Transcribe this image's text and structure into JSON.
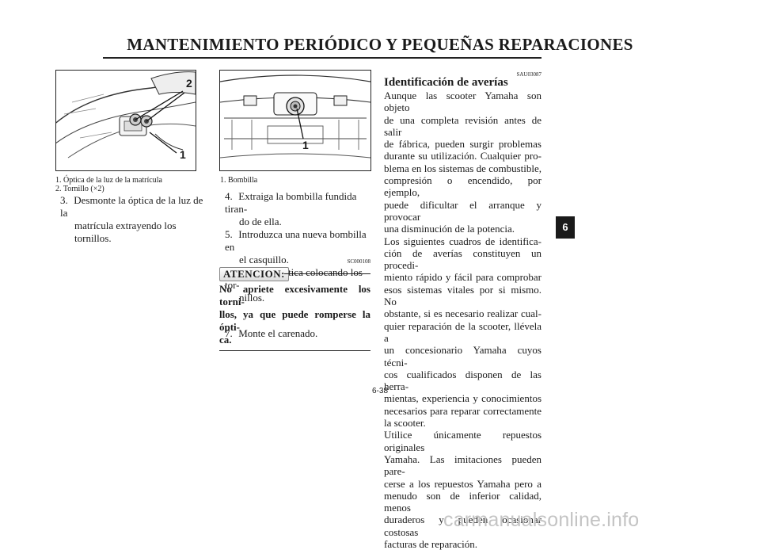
{
  "header": {
    "title": "MANTENIMIENTO PERIÓDICO Y PEQUEÑAS REPARACIONES"
  },
  "figure_left": {
    "callouts": [
      "2",
      "1"
    ],
    "captions": [
      "1.   Óptica de la luz de la matrícula",
      "2.   Tornillo (×2)"
    ]
  },
  "figure_mid": {
    "callouts": [
      "1"
    ],
    "captions": [
      "1.   Bombilla"
    ]
  },
  "steps_left": [
    {
      "num": "3.",
      "line1": "Desmonte la óptica de la luz de la",
      "line2": "matrícula extrayendo los tornillos."
    }
  ],
  "steps_mid": [
    {
      "num": "4.",
      "line1": "Extraiga la bombilla fundida tiran-",
      "line2": "do de ella."
    },
    {
      "num": "5.",
      "line1": "Introduzca una nueva bombilla en",
      "line2": "el casquillo."
    },
    {
      "num": "6.",
      "line1": "Monte la óptica colocando los tor-",
      "line2": "nillos."
    }
  ],
  "caution": {
    "code": "SC000108",
    "label": "ATENCION:",
    "line1": "No apriete excesivamente los torni-",
    "line2": "llos, ya que puede romperse la ópti-",
    "line3": "ca."
  },
  "step7": {
    "num": "7.",
    "text": "Monte el carenado."
  },
  "section": {
    "code": "SAU03087",
    "heading": "Identificación de averías",
    "lines": [
      "Aunque las scooter Yamaha son objeto",
      "de una completa revisión antes de salir",
      "de fábrica, pueden surgir problemas",
      "durante su utilización. Cualquier pro-",
      "blema en los sistemas de combustible,",
      "compresión o encendido, por ejemplo,",
      "puede dificultar el arranque y provocar",
      "una disminución de la potencia.",
      "Los siguientes cuadros de identifica-",
      "ción de averías constituyen un procedi-",
      "miento rápido y fácil para comprobar",
      "esos sistemas vitales por si mismo. No",
      "obstante, si es necesario realizar cual-",
      "quier reparación de la scooter, llévela a",
      "un concesionario Yamaha cuyos técni-",
      "cos cualificados disponen de las herra-",
      "mientas, experiencia y conocimientos",
      "necesarios para reparar correctamente",
      "la scooter.",
      "Utilice únicamente repuestos originales",
      "Yamaha. Las imitaciones pueden pare-",
      "cerse a los repuestos Yamaha pero a",
      "menudo son de inferior calidad, menos",
      "duraderos y pueden ocasionar costosas",
      "facturas de reparación."
    ]
  },
  "chapter_tab": "6",
  "page_number": "6-38",
  "watermark": "carmanualsonline.info"
}
